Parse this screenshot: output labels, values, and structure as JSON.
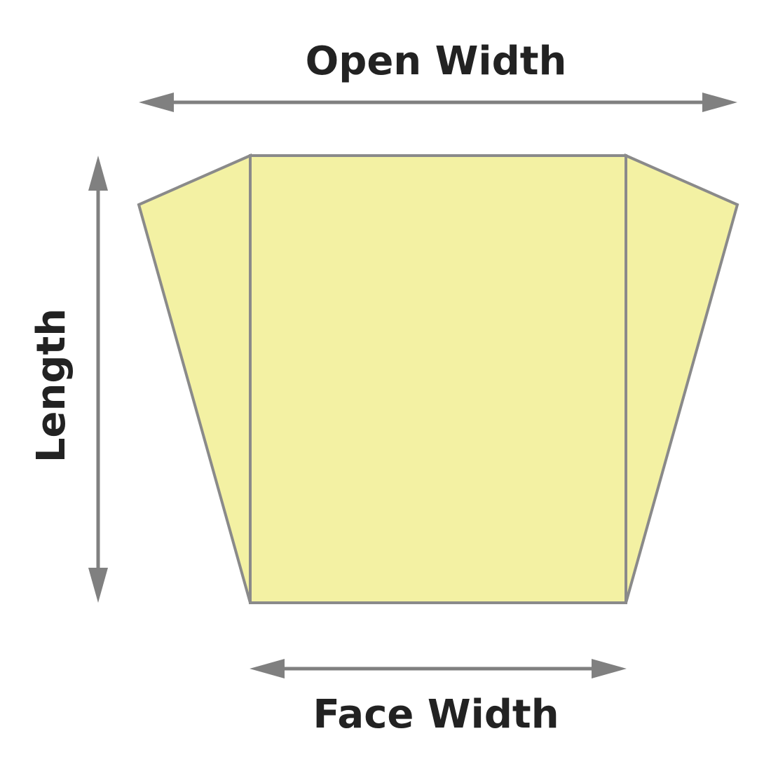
{
  "labels": {
    "open_width": "Open Width",
    "face_width": "Face Width",
    "length": "Length"
  },
  "colors": {
    "panel_fill": "#f3f1a3",
    "outline": "#8a8a8a",
    "arrow": "#808080",
    "text": "#222222"
  }
}
